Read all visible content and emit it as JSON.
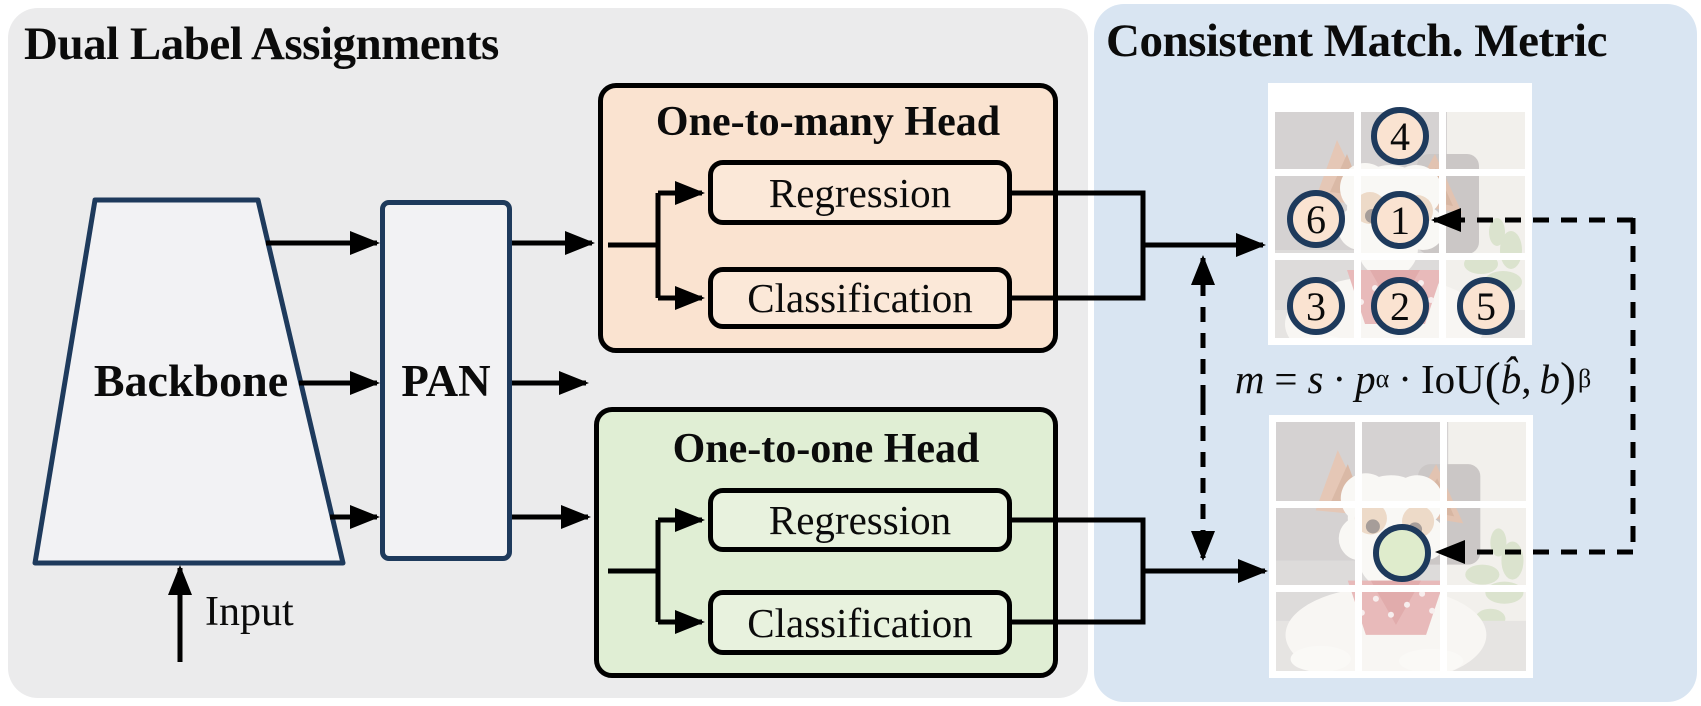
{
  "left_panel": {
    "title": "Dual Label Assignments",
    "backbone": {
      "label": "Backbone"
    },
    "pan": {
      "label": "PAN"
    },
    "input": {
      "label": "Input"
    },
    "one_to_many_head": {
      "title": "One-to-many Head",
      "regression_label": "Regression",
      "classification_label": "Classification"
    },
    "one_to_one_head": {
      "title": "One-to-one Head",
      "regression_label": "Regression",
      "classification_label": "Classification"
    }
  },
  "right_panel": {
    "title": "Consistent Match. Metric",
    "formula": {
      "m": "m",
      "equals": "=",
      "s": "s",
      "dot1": "·",
      "p": "p",
      "alpha": "α",
      "dot2": "·",
      "iou": "IoU",
      "lparen": "(",
      "b_hat": "b̂",
      "comma": ",",
      "b": "b",
      "rparen": ")",
      "beta": "β"
    },
    "one_to_many_grid": {
      "description": "3x3 grid over photo, multiple positive anchors",
      "circles": [
        {
          "cell": "top-center",
          "label": "4"
        },
        {
          "cell": "middle-left",
          "label": "6"
        },
        {
          "cell": "middle-center",
          "label": "1"
        },
        {
          "cell": "bottom-left",
          "label": "3"
        },
        {
          "cell": "bottom-center",
          "label": "2"
        },
        {
          "cell": "bottom-right",
          "label": "5"
        }
      ]
    },
    "one_to_one_grid": {
      "description": "3x3 grid over photo, single selected anchor",
      "selected_cell": "middle-center",
      "selected_label": ""
    }
  },
  "colors": {
    "navy_accent": "#1e3a5c",
    "left_panel_bg": "#ebebec",
    "right_panel_bg": "#d9e5f2",
    "one_to_many_fill": "#fae3d0",
    "one_to_one_fill": "#e0eed4",
    "anchor_circle_fill": "#fae3d1",
    "selected_anchor_fill": "#dfeccc",
    "line_color": "#000000"
  }
}
